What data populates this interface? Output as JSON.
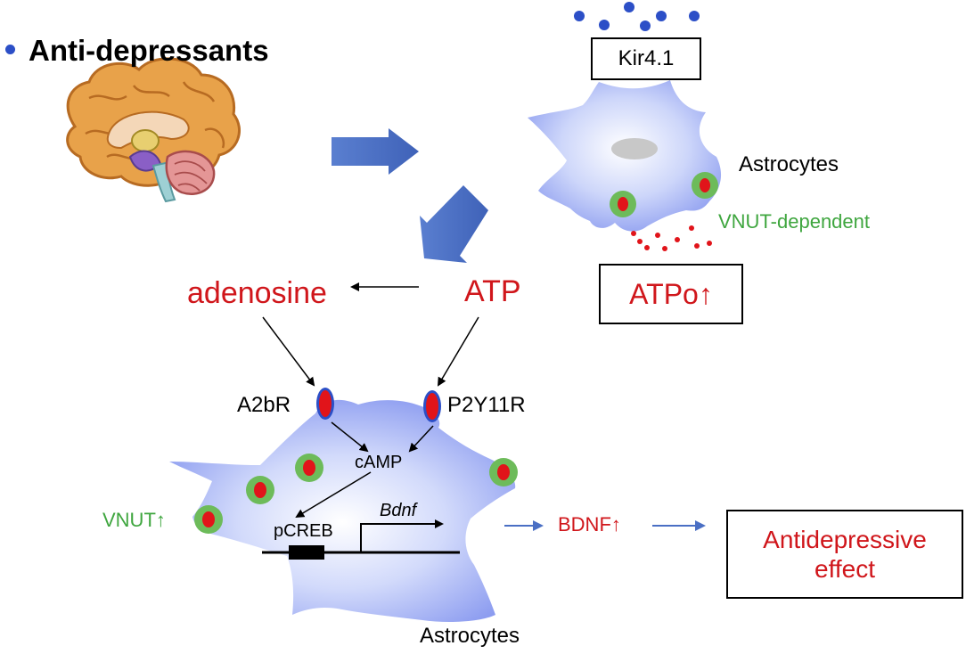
{
  "header": {
    "title": "Anti-depressants"
  },
  "top_cell": {
    "channel_label": "Kir4.1",
    "cell_label": "Astrocytes",
    "release_label": "VNUT-dependent",
    "atp_box": "ATPo↑"
  },
  "signaling": {
    "adenosine": "adenosine",
    "atp": "ATP",
    "a2br": "A2bR",
    "p2y11r": "P2Y11R",
    "camp": "cAMP",
    "pcreb": "pCREB",
    "gene": "Bdnf",
    "vnut": "VNUT↑",
    "bottom_cell_label": "Astrocytes",
    "bdnf": "BDNF↑"
  },
  "outcome": {
    "line1": "Antidepressive",
    "line2": "effect"
  },
  "colors": {
    "arrow_blue": "#4a6fc4",
    "cell_fill": "#b9c6f5",
    "label_red": "#d0161b",
    "label_green": "#3fa63f",
    "vesicle_green": "#6dbb5a",
    "dot_red": "#e1141a",
    "dot_blue": "#2c4fc7"
  }
}
